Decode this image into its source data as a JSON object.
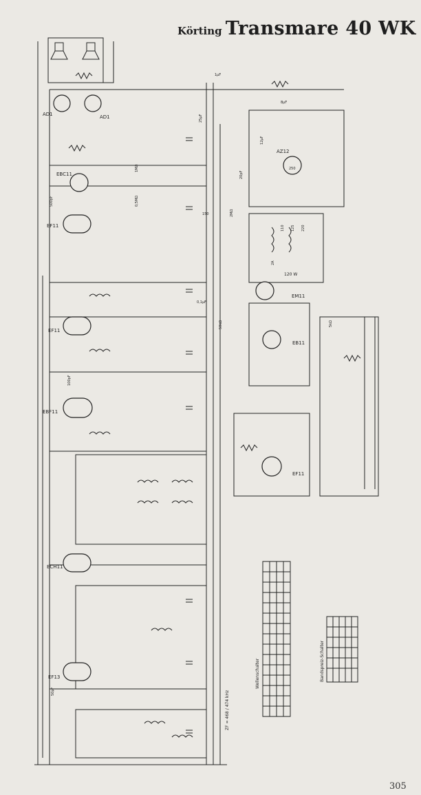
{
  "header": {
    "brand": "Körting",
    "model": "Transmare 40 WK"
  },
  "page_number": "305",
  "tubes": [
    {
      "id": "ad1_a",
      "label": "AD1"
    },
    {
      "id": "ad1_b",
      "label": "AD1"
    },
    {
      "id": "ebc11",
      "label": "EBC11"
    },
    {
      "id": "ef11_af",
      "label": "EF11"
    },
    {
      "id": "az12",
      "label": "AZ12"
    },
    {
      "id": "em11",
      "label": "EM11"
    },
    {
      "id": "ef11_if",
      "label": "EF11"
    },
    {
      "id": "eb11",
      "label": "EB11"
    },
    {
      "id": "ebf11",
      "label": "EBF11"
    },
    {
      "id": "ef11_b",
      "label": "EF11"
    },
    {
      "id": "ech11",
      "label": "ECH11"
    },
    {
      "id": "ef13",
      "label": "EF13"
    }
  ],
  "annotations": {
    "power": "120 W",
    "if_freq": "ZF = 468 / 474 kHz",
    "wave_switch_table_title": "Wellenschalter",
    "bandspread_table_title": "Bandspreiz-Schalter"
  },
  "component_labels": [
    {
      "id": "c1",
      "text": "1µF"
    },
    {
      "id": "c2",
      "text": "25µF"
    },
    {
      "id": "c3",
      "text": "8µF"
    },
    {
      "id": "c4",
      "text": "12µF"
    },
    {
      "id": "c5",
      "text": "0,1µF"
    },
    {
      "id": "r1",
      "text": "1MΩ"
    },
    {
      "id": "r2",
      "text": "0,5MΩ"
    },
    {
      "id": "r3",
      "text": "50kΩ"
    },
    {
      "id": "r4",
      "text": "2MΩ"
    },
    {
      "id": "r5",
      "text": "150"
    },
    {
      "id": "r6",
      "text": "250"
    },
    {
      "id": "r7",
      "text": "500pF"
    },
    {
      "id": "r8",
      "text": "100pF"
    },
    {
      "id": "r9",
      "text": "50pF"
    },
    {
      "id": "r10",
      "text": "20pF"
    },
    {
      "id": "r11",
      "text": "5kΩ"
    },
    {
      "id": "r12",
      "text": "2A"
    },
    {
      "id": "r13",
      "text": "110"
    },
    {
      "id": "r14",
      "text": "125"
    },
    {
      "id": "r15",
      "text": "220"
    }
  ],
  "colors": {
    "paper": "#ebe9e4",
    "ink": "#222222"
  }
}
